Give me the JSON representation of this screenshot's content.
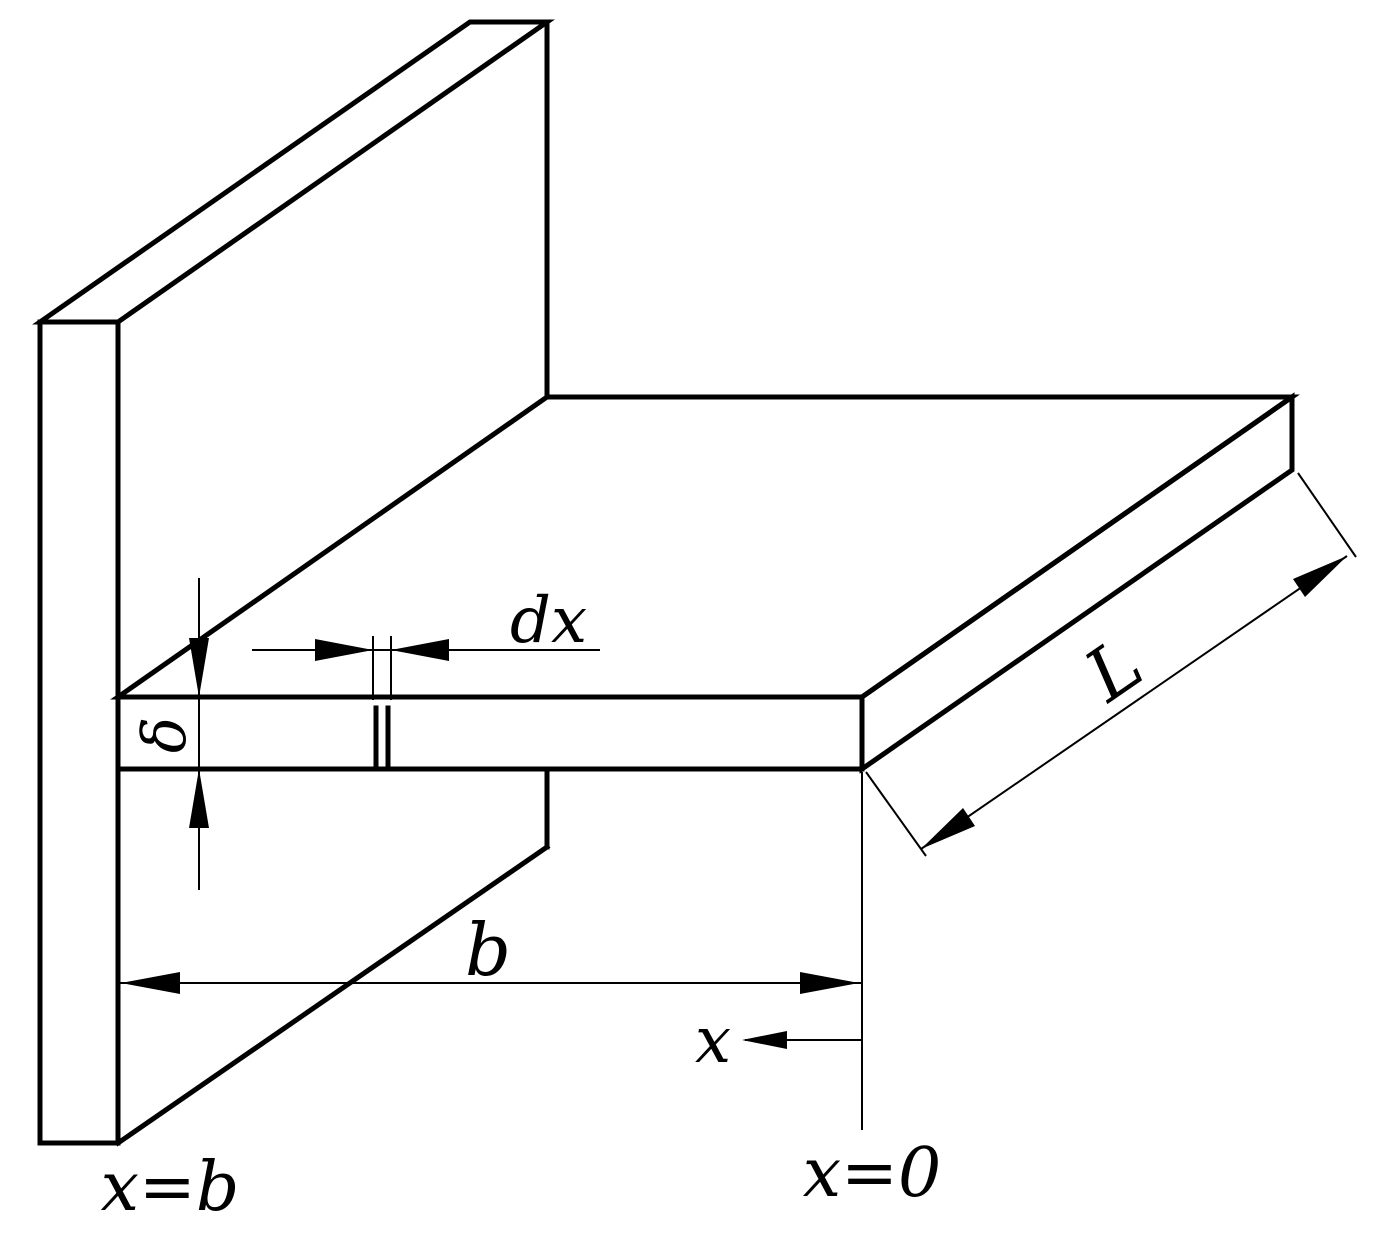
{
  "labels": {
    "dx": "dx",
    "delta": "δ",
    "L": "L",
    "b": "b",
    "x": "x",
    "x_eq_0": "x=0",
    "x_eq_b": "x=b"
  }
}
